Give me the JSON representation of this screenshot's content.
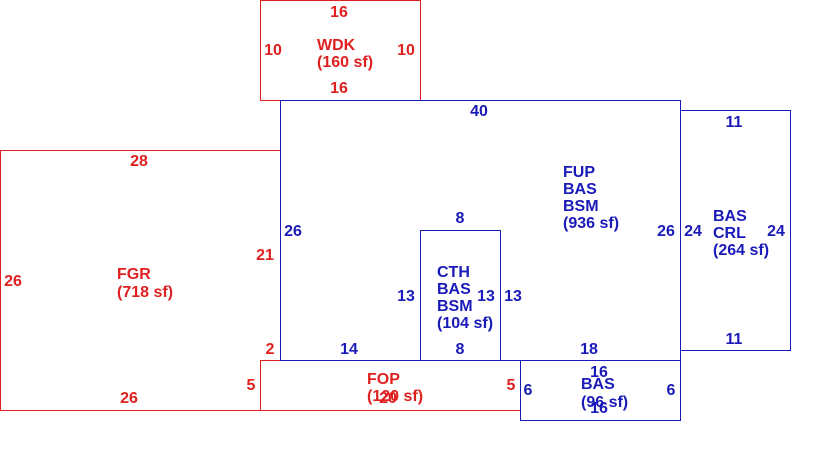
{
  "colors": {
    "red": "#e02020",
    "blue": "#1a1ab8"
  },
  "areas": {
    "wdk": {
      "lines": [
        "WDK",
        "(160 sf)"
      ],
      "dims": [
        "16",
        "10",
        "10",
        "16"
      ]
    },
    "main": {
      "lines": [
        "FUP",
        "BAS",
        "BSM",
        "(936 sf)"
      ],
      "dims": [
        "40",
        "26",
        "26",
        "14",
        "8",
        "18"
      ]
    },
    "fgr": {
      "lines": [
        "FGR",
        "(718 sf)"
      ],
      "dims": [
        "28",
        "26",
        "21",
        "2",
        "5",
        "26"
      ]
    },
    "cth": {
      "lines": [
        "CTH",
        "BAS",
        "BSM",
        "(104 sf)"
      ],
      "dims": [
        "8",
        "13",
        "13",
        "13"
      ]
    },
    "crl": {
      "lines": [
        "BAS",
        "CRL",
        "(264 sf)"
      ],
      "dims": [
        "11",
        "24",
        "24",
        "11"
      ]
    },
    "fop": {
      "lines": [
        "FOP",
        "(120 sf)"
      ],
      "dims": [
        "5",
        "20",
        "5"
      ]
    },
    "bas": {
      "lines": [
        "BAS",
        "(96 sf)"
      ],
      "dims": [
        "16",
        "6",
        "6",
        "16"
      ]
    }
  }
}
